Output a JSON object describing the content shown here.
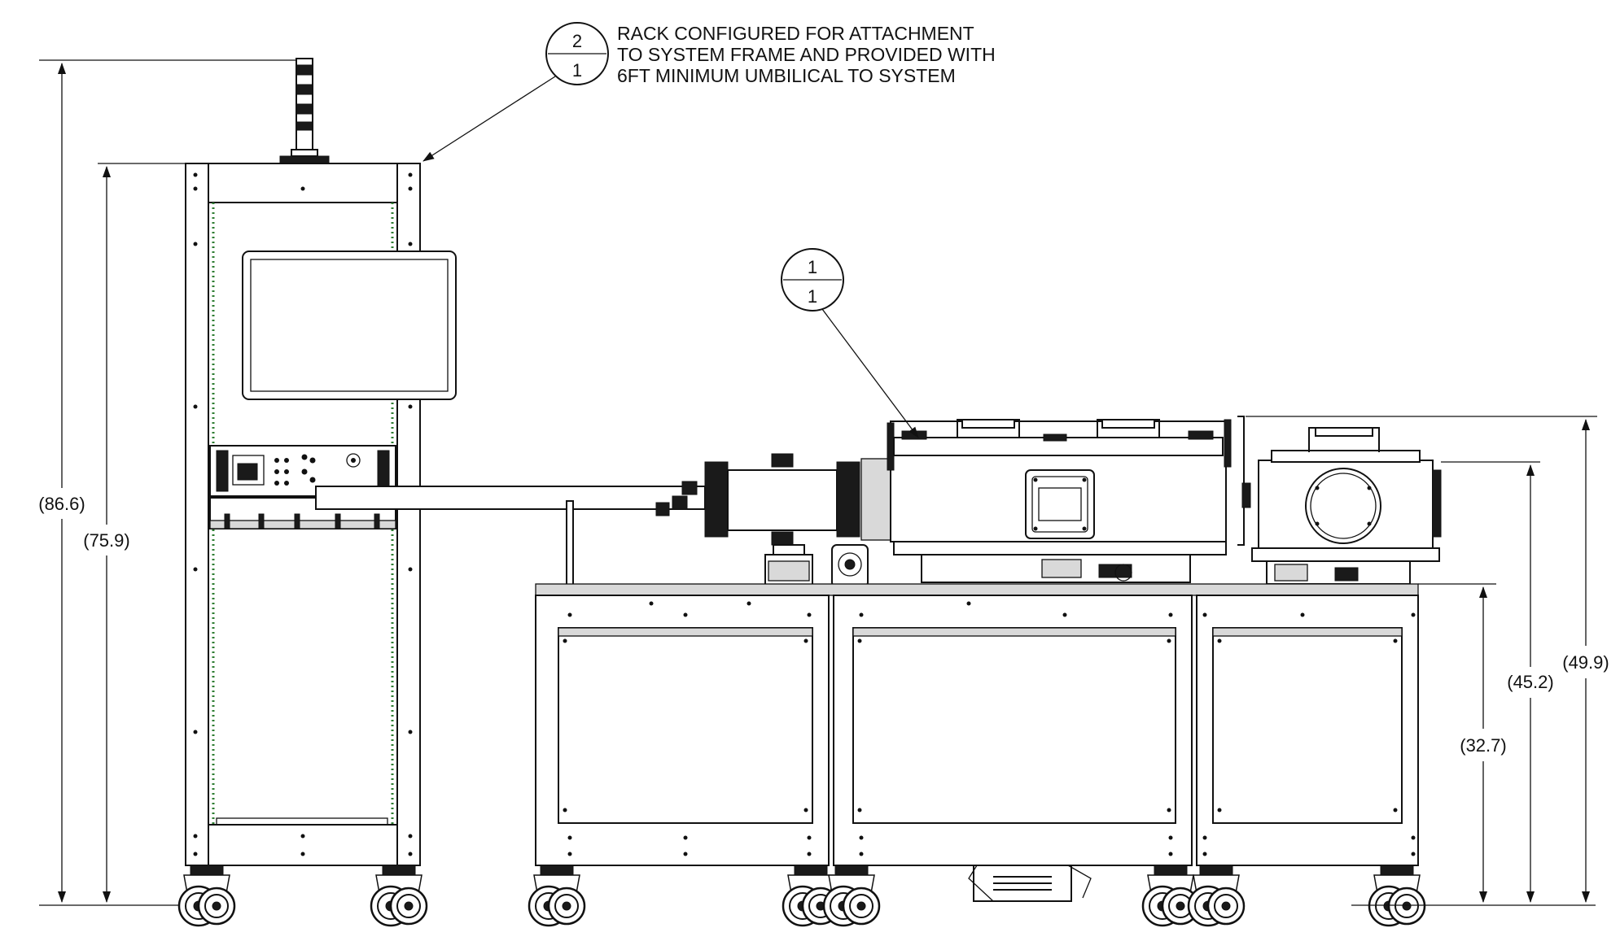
{
  "note": {
    "line1": "RACK CONFIGURED FOR ATTACHMENT",
    "line2": "TO SYSTEM FRAME AND PROVIDED WITH",
    "line3": "6FT MINIMUM UMBILICAL TO SYSTEM"
  },
  "callouts": [
    {
      "top": "2",
      "bottom": "1"
    },
    {
      "top": "1",
      "bottom": "1"
    }
  ],
  "dimensions": {
    "rack_overall": "(86.6)",
    "rack_frame": "(75.9)",
    "table_height": "(32.7)",
    "chamber_height": "(45.2)",
    "system_height": "(49.9)"
  }
}
